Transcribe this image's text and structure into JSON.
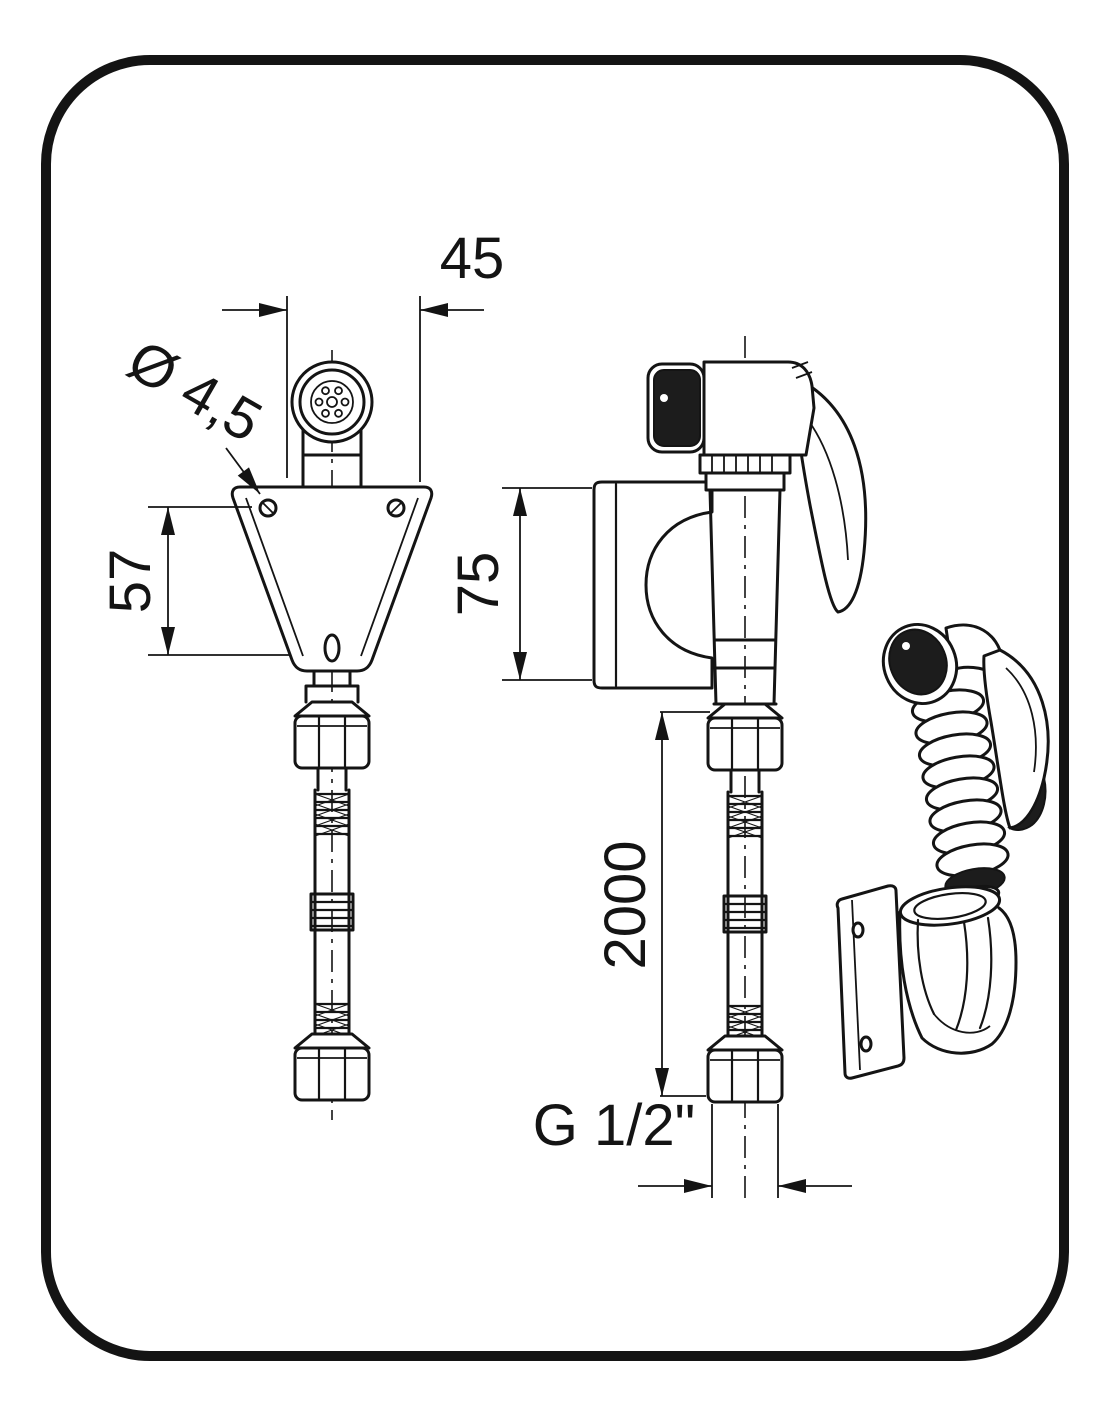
{
  "drawing": {
    "colors": {
      "line": "#141414",
      "background": "#ffffff",
      "fill_dark": "#1c1c1c"
    },
    "labels": {
      "top_width": "45",
      "hole_diameter": "Ø 4,5",
      "plate_height": "57",
      "holder_height": "75",
      "hose_length": "2000",
      "thread_size": "G 1/2\""
    }
  }
}
